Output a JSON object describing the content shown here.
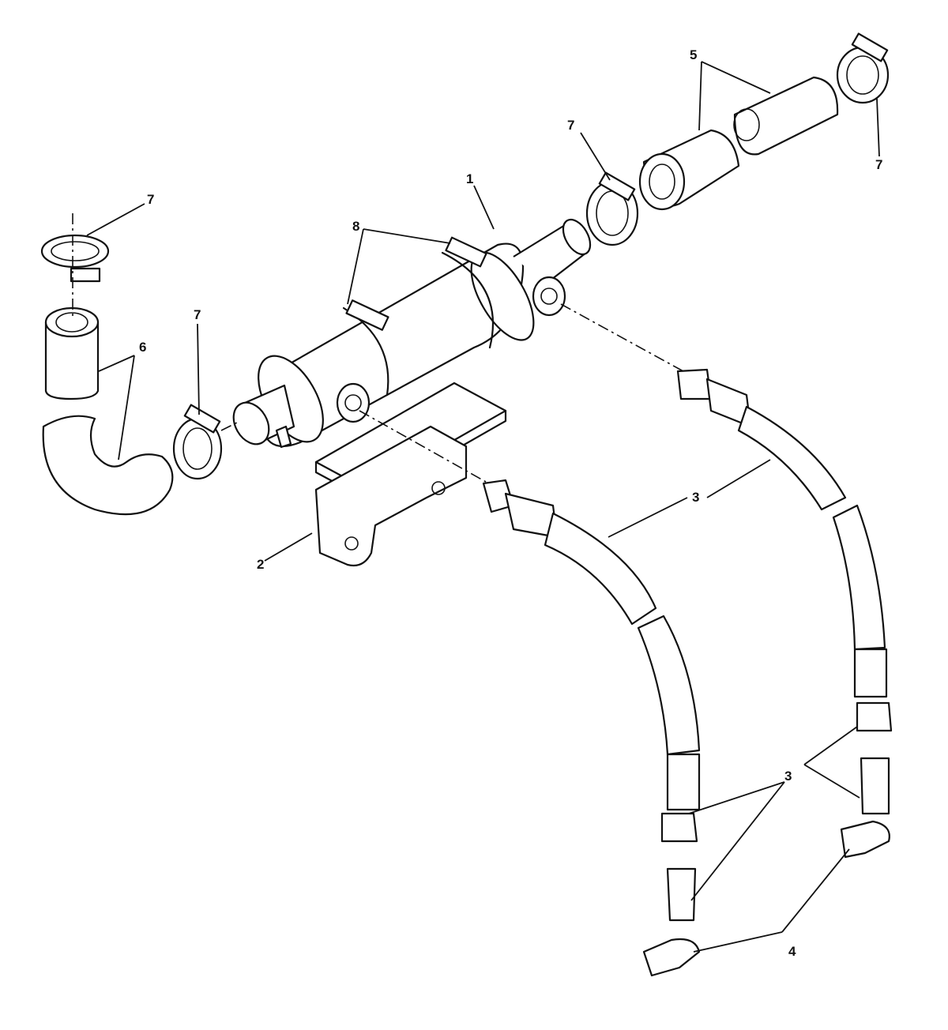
{
  "callouts": {
    "c1": "1",
    "c2": "2",
    "c3a": "3",
    "c3b": "3",
    "c4": "4",
    "c5": "5",
    "c6": "6",
    "c7a": "7",
    "c7b": "7",
    "c7c": "7",
    "c7d": "7",
    "c8": "8"
  }
}
